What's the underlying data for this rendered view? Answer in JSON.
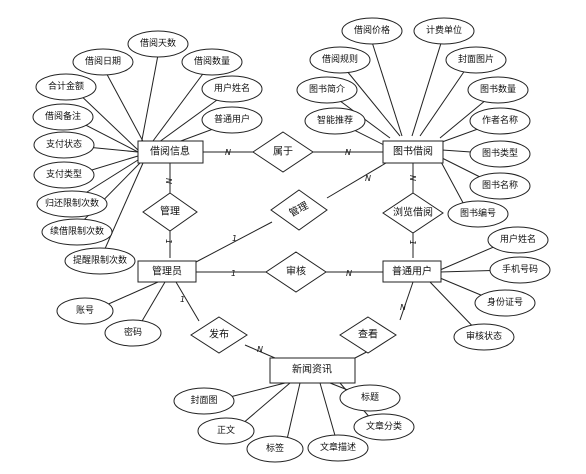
{
  "entities": {
    "borrow_info": "借阅信息",
    "book_borrow": "图书借阅",
    "admin": "管理员",
    "regular_user": "普通用户",
    "news": "新闻资讯"
  },
  "relationships": {
    "belongs_to": "属于",
    "manage": "管理",
    "manage2": "管理",
    "browse_borrow": "浏览借阅",
    "review": "审核",
    "publish": "发布",
    "view": "查看"
  },
  "attributes": {
    "borrow_info": [
      "借阅天数",
      "借阅日期",
      "借阅数量",
      "合计金额",
      "用户姓名",
      "借阅备注",
      "普通用户",
      "支付状态",
      "支付类型",
      "归还限制次数",
      "续借限制次数",
      "提醒限制次数"
    ],
    "book_borrow": [
      "借阅价格",
      "计费单位",
      "借阅规则",
      "封面图片",
      "图书简介",
      "图书数量",
      "智能推荐",
      "作者名称",
      "图书类型",
      "图书名称",
      "图书编号"
    ],
    "regular_user": [
      "用户姓名",
      "手机号码",
      "身份证号",
      "审核状态"
    ],
    "admin": [
      "账号",
      "密码"
    ],
    "news": [
      "封面图",
      "标题",
      "正文",
      "文章分类",
      "标签",
      "文章描述"
    ]
  },
  "cardinalities": [
    "N",
    "N",
    "N",
    "N",
    "1",
    "1",
    "N",
    "1",
    "N",
    "1",
    "1",
    "N",
    "N"
  ]
}
